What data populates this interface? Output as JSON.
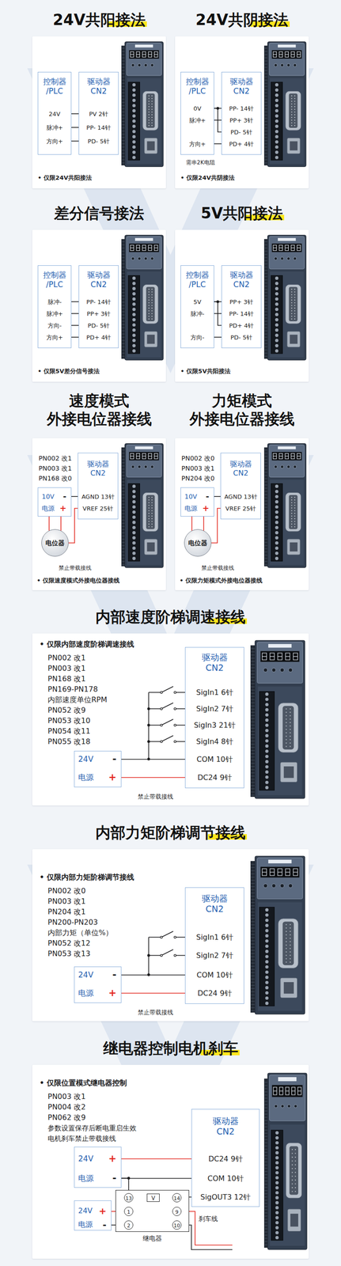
{
  "diagram": {
    "nodes": [
      {
        "text": [
          "24V共阳接法"
        ]
      },
      {
        "text": [
          "控制器 /PLC",
          "24V",
          "脉冲+",
          "方向+"
        ],
        "in": 0
      },
      {
        "text": [
          "驱动器 CN2",
          "PV 2针",
          "PP- 14针",
          "PD- 5针"
        ],
        "in": 0
      },
      {
        "text": [
          "24V共阴接法"
        ]
      },
      {
        "text": [
          "控制器 /PLC",
          "0V",
          "脉冲+",
          "方向+"
        ],
        "in": 3
      },
      {
        "text": [
          "驱动器 CN2",
          "PP- 14针",
          "PP+ 3针",
          "PD- 5针",
          "PD+ 4针"
        ],
        "in": 3
      },
      {
        "text": [
          "差分信号接法"
        ]
      },
      {
        "text": [
          "控制器 /PLC",
          "脉冲-",
          "脉冲+",
          "方向-",
          "方向+"
        ],
        "in": 6
      },
      {
        "text": [
          "驱动器 CN2",
          "PP- 14针",
          "PP+ 3针",
          "PD- 5针",
          "PD+ 4针"
        ],
        "in": 6
      },
      {
        "text": [
          "5V共阳接法"
        ]
      },
      {
        "text": [
          "控制器 /PLC",
          "5V",
          "脉冲-",
          "方向-"
        ],
        "in": 9
      },
      {
        "text": [
          "驱动器 CN2",
          "PP+ 3针",
          "PP- 14针",
          "PD+ 4针",
          "PD- 5针"
        ],
        "in": 9
      },
      {
        "text": [
          "速度模式 外接电位器接线"
        ]
      },
      {
        "text": [
          "驱动器 CN2",
          "AGND 13针",
          "VREF 25针"
        ],
        "in": 12
      },
      {
        "text": [
          "10V",
          "-",
          "电源",
          "+"
        ],
        "in": 12
      },
      {
        "text": [
          "电位器"
        ],
        "in": 12
      },
      {
        "text": [
          "力矩模式 外接电位器接线"
        ]
      },
      {
        "text": [
          "驱动器 CN2",
          "AGND 13针",
          "VREF 25针"
        ],
        "in": 16
      },
      {
        "text": [
          "10V",
          "-",
          "电源",
          "+"
        ],
        "in": 16
      },
      {
        "text": [
          "电位器"
        ],
        "in": 16
      },
      {
        "text": [
          "内部速度阶梯调速接线"
        ]
      },
      {
        "text": [
          "驱动器 CN2",
          "SigIn1 6针",
          "SigIn2 7针",
          "SigIn3 21针",
          "SigIn4 8针",
          "COM 10针",
          "DC24 9针"
        ],
        "in": 20
      },
      {
        "text": [
          "24V",
          "-",
          "电源",
          "+"
        ],
        "in": 20
      },
      {
        "text": [
          "内部力矩阶梯调节接线"
        ]
      },
      {
        "text": [
          "驱动器 CN2",
          "SigIn1 6针",
          "SigIn2 7针",
          "COM 10针",
          "DC24 9针"
        ],
        "in": 23
      },
      {
        "text": [
          "24V",
          "-",
          "电源",
          "+"
        ],
        "in": 23
      },
      {
        "text": [
          "继电器控制电机刹车"
        ]
      },
      {
        "text": [
          "驱动器 CN2",
          "DC24 9针",
          "COM 10针",
          "SigOUT3 12针"
        ],
        "in": 26
      },
      {
        "text": [
          "24V",
          "+",
          "电源",
          "-"
        ],
        "in": 26
      },
      {
        "text": [
          "继电器"
        ],
        "in": 26
      },
      {
        "text": [
          "13"
        ],
        "in": 29
      },
      {
        "text": [
          "V"
        ],
        "in": 29
      },
      {
        "text": [
          "14"
        ],
        "in": 29
      },
      {
        "text": [
          "1"
        ],
        "in": 29
      },
      {
        "text": [
          "9"
        ],
        "in": 29
      },
      {
        "text": [
          "2"
        ],
        "in": 29
      },
      {
        "text": [
          "10"
        ],
        "in": 29
      },
      {
        "text": [
          "24V",
          "+",
          "电源",
          "-"
        ],
        "in": 26
      }
    ],
    "edges": [
      {
        "from": 1,
        "to": 2,
        "arrow": "none"
      },
      {
        "from": 1,
        "to": 2,
        "arrow": "none"
      },
      {
        "from": 1,
        "to": 2,
        "arrow": "none"
      },
      {
        "from": 4,
        "to": 5,
        "arrow": "none"
      },
      {
        "from": 4,
        "to": 5,
        "arrow": "none"
      },
      {
        "from": 4,
        "to": 5,
        "arrow": "none"
      },
      {
        "from": 4,
        "to": 5,
        "arrow": "none"
      },
      {
        "from": 7,
        "to": 8,
        "arrow": "none"
      },
      {
        "from": 7,
        "to": 8,
        "arrow": "none"
      },
      {
        "from": 7,
        "to": 8,
        "arrow": "none"
      },
      {
        "from": 7,
        "to": 8,
        "arrow": "none"
      },
      {
        "from": 10,
        "to": 11,
        "arrow": "none"
      },
      {
        "from": 10,
        "to": 11,
        "arrow": "none"
      },
      {
        "from": 10,
        "to": 11,
        "arrow": "none"
      },
      {
        "from": 10,
        "to": 11,
        "arrow": "none"
      },
      {
        "from": 14,
        "to": 13,
        "arrow": "none"
      },
      {
        "from": 15,
        "to": 14,
        "arrow": "none"
      },
      {
        "from": 15,
        "to": 14,
        "arrow": "none"
      },
      {
        "from": 15,
        "to": 13,
        "arrow": "none"
      },
      {
        "from": 18,
        "to": 17,
        "arrow": "none"
      },
      {
        "from": 19,
        "to": 18,
        "arrow": "none"
      },
      {
        "from": 19,
        "to": 18,
        "arrow": "none"
      },
      {
        "from": 19,
        "to": 17,
        "arrow": "none"
      },
      {
        "from": 22,
        "to": 21,
        "arrow": "none"
      },
      {
        "from": 22,
        "to": 21,
        "arrow": "none"
      },
      {
        "from": 25,
        "to": 24,
        "arrow": "none"
      },
      {
        "from": 25,
        "to": 24,
        "arrow": "none"
      },
      {
        "from": 28,
        "to": 27,
        "arrow": "none"
      },
      {
        "from": 28,
        "to": 27,
        "arrow": "none"
      },
      {
        "from": 28,
        "to": 30,
        "arrow": "none"
      },
      {
        "from": 30,
        "to": 31,
        "arrow": "none"
      },
      {
        "from": 31,
        "to": 32,
        "arrow": "none"
      },
      {
        "from": 32,
        "to": 27,
        "arrow": "none"
      },
      {
        "from": 37,
        "to": 33,
        "arrow": "none"
      },
      {
        "from": 37,
        "to": 35,
        "arrow": "none"
      },
      {
        "from": 33,
        "to": 34,
        "arrow": "none"
      },
      {
        "from": 35,
        "to": 36,
        "arrow": "none"
      }
    ],
    "labels": [
      "• 仅限24V共阳接法",
      "需串2K电阻",
      "• 仅限24V共阴接法",
      "• 仅限5V差分信号接法",
      "• 仅限5V共阳接法",
      "PN002 改1",
      "PN003 改1",
      "PN168 改0",
      "禁止带载接线",
      "• 仅限速度模式外接电位器接线",
      "PN002 改0",
      "PN003 改1",
      "PN204 改0",
      "禁止带载接线",
      "• 仅限力矩模式外接电位器接线",
      "• 仅限内部速度阶梯调速接线",
      "PN002 改1",
      "PN003 改1",
      "PN168 改1",
      "PN169-PN178",
      "内部速度单位RPM",
      "PN052 改9",
      "PN053 改10",
      "PN054 改11",
      "PN055 改18",
      "禁止带载接线",
      "• 仅限内部力矩阶梯调节接线",
      "PN002 改0",
      "PN003 改1",
      "PN204 改1",
      "PN200-PN203",
      "内部力矩（单位%）",
      "PN052 改12",
      "PN053 改13",
      "禁止带载接线",
      "• 仅限位置模式继电器控制",
      "PN003 改1",
      "PN004 改2",
      "PN062 改9",
      "参数设置保存后断电重启生效",
      "电机刹车禁止带载接线",
      "刹车线"
    ]
  }
}
